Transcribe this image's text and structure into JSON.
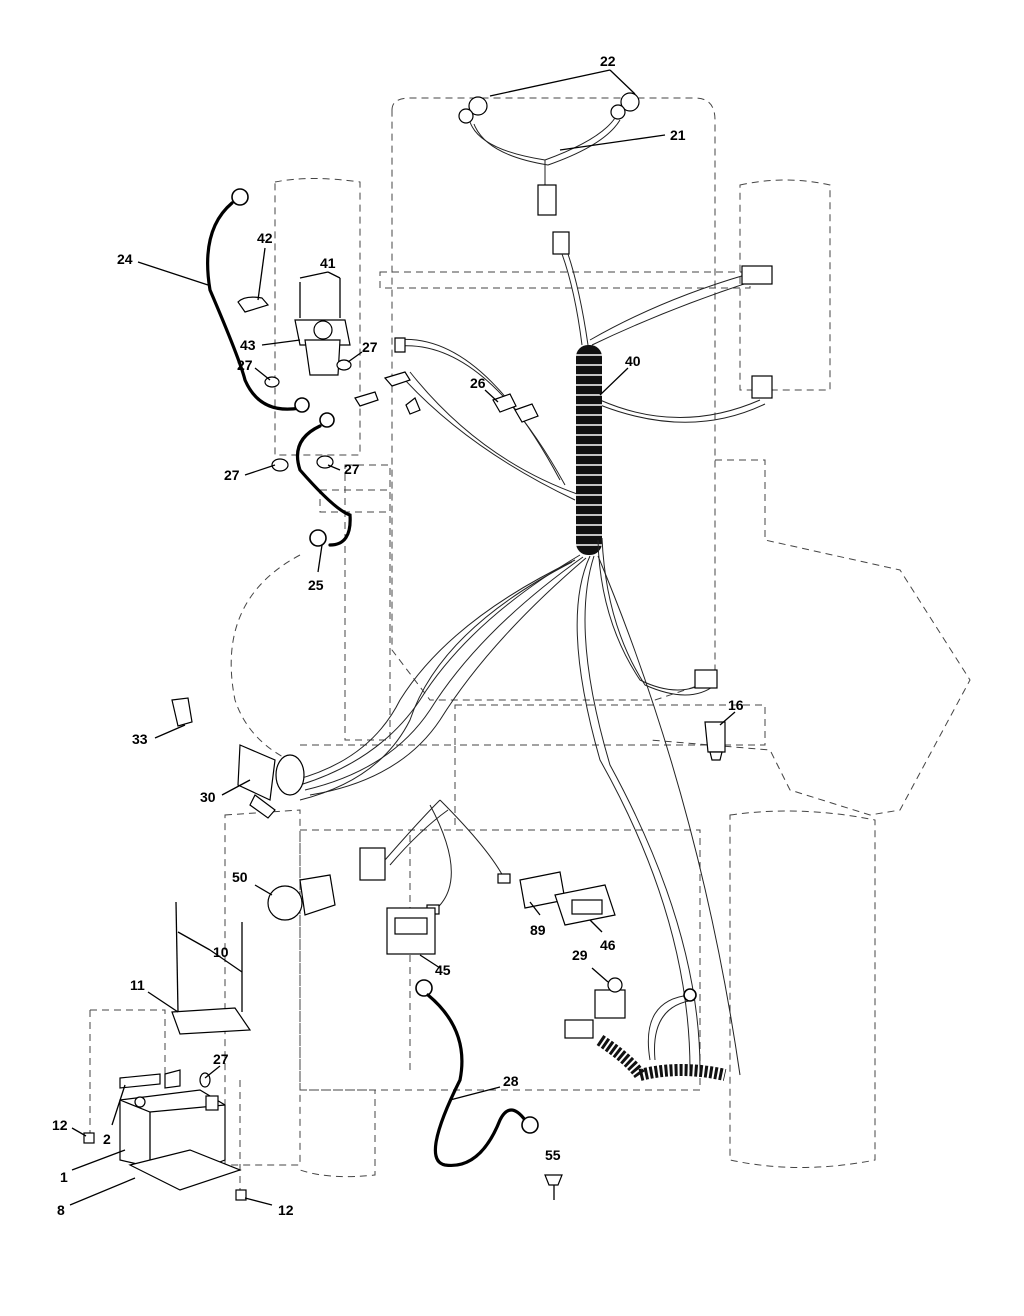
{
  "callouts": [
    {
      "id": "c22",
      "label": "22"
    },
    {
      "id": "c21",
      "label": "21"
    },
    {
      "id": "c42",
      "label": "42"
    },
    {
      "id": "c41",
      "label": "41"
    },
    {
      "id": "c24",
      "label": "24"
    },
    {
      "id": "c43",
      "label": "43"
    },
    {
      "id": "c27a",
      "label": "27"
    },
    {
      "id": "c27b",
      "label": "27"
    },
    {
      "id": "c27c",
      "label": "27"
    },
    {
      "id": "c27d",
      "label": "27"
    },
    {
      "id": "c26",
      "label": "26"
    },
    {
      "id": "c40",
      "label": "40"
    },
    {
      "id": "c25",
      "label": "25"
    },
    {
      "id": "c33",
      "label": "33"
    },
    {
      "id": "c30",
      "label": "30"
    },
    {
      "id": "c16",
      "label": "16"
    },
    {
      "id": "c50",
      "label": "50"
    },
    {
      "id": "c10",
      "label": "10"
    },
    {
      "id": "c11",
      "label": "11"
    },
    {
      "id": "c45",
      "label": "45"
    },
    {
      "id": "c89",
      "label": "89"
    },
    {
      "id": "c46",
      "label": "46"
    },
    {
      "id": "c29",
      "label": "29"
    },
    {
      "id": "c27e",
      "label": "27"
    },
    {
      "id": "c28",
      "label": "28"
    },
    {
      "id": "c12a",
      "label": "12"
    },
    {
      "id": "c2",
      "label": "2"
    },
    {
      "id": "c1",
      "label": "1"
    },
    {
      "id": "c8",
      "label": "8"
    },
    {
      "id": "c12b",
      "label": "12"
    },
    {
      "id": "c55",
      "label": "55"
    }
  ]
}
